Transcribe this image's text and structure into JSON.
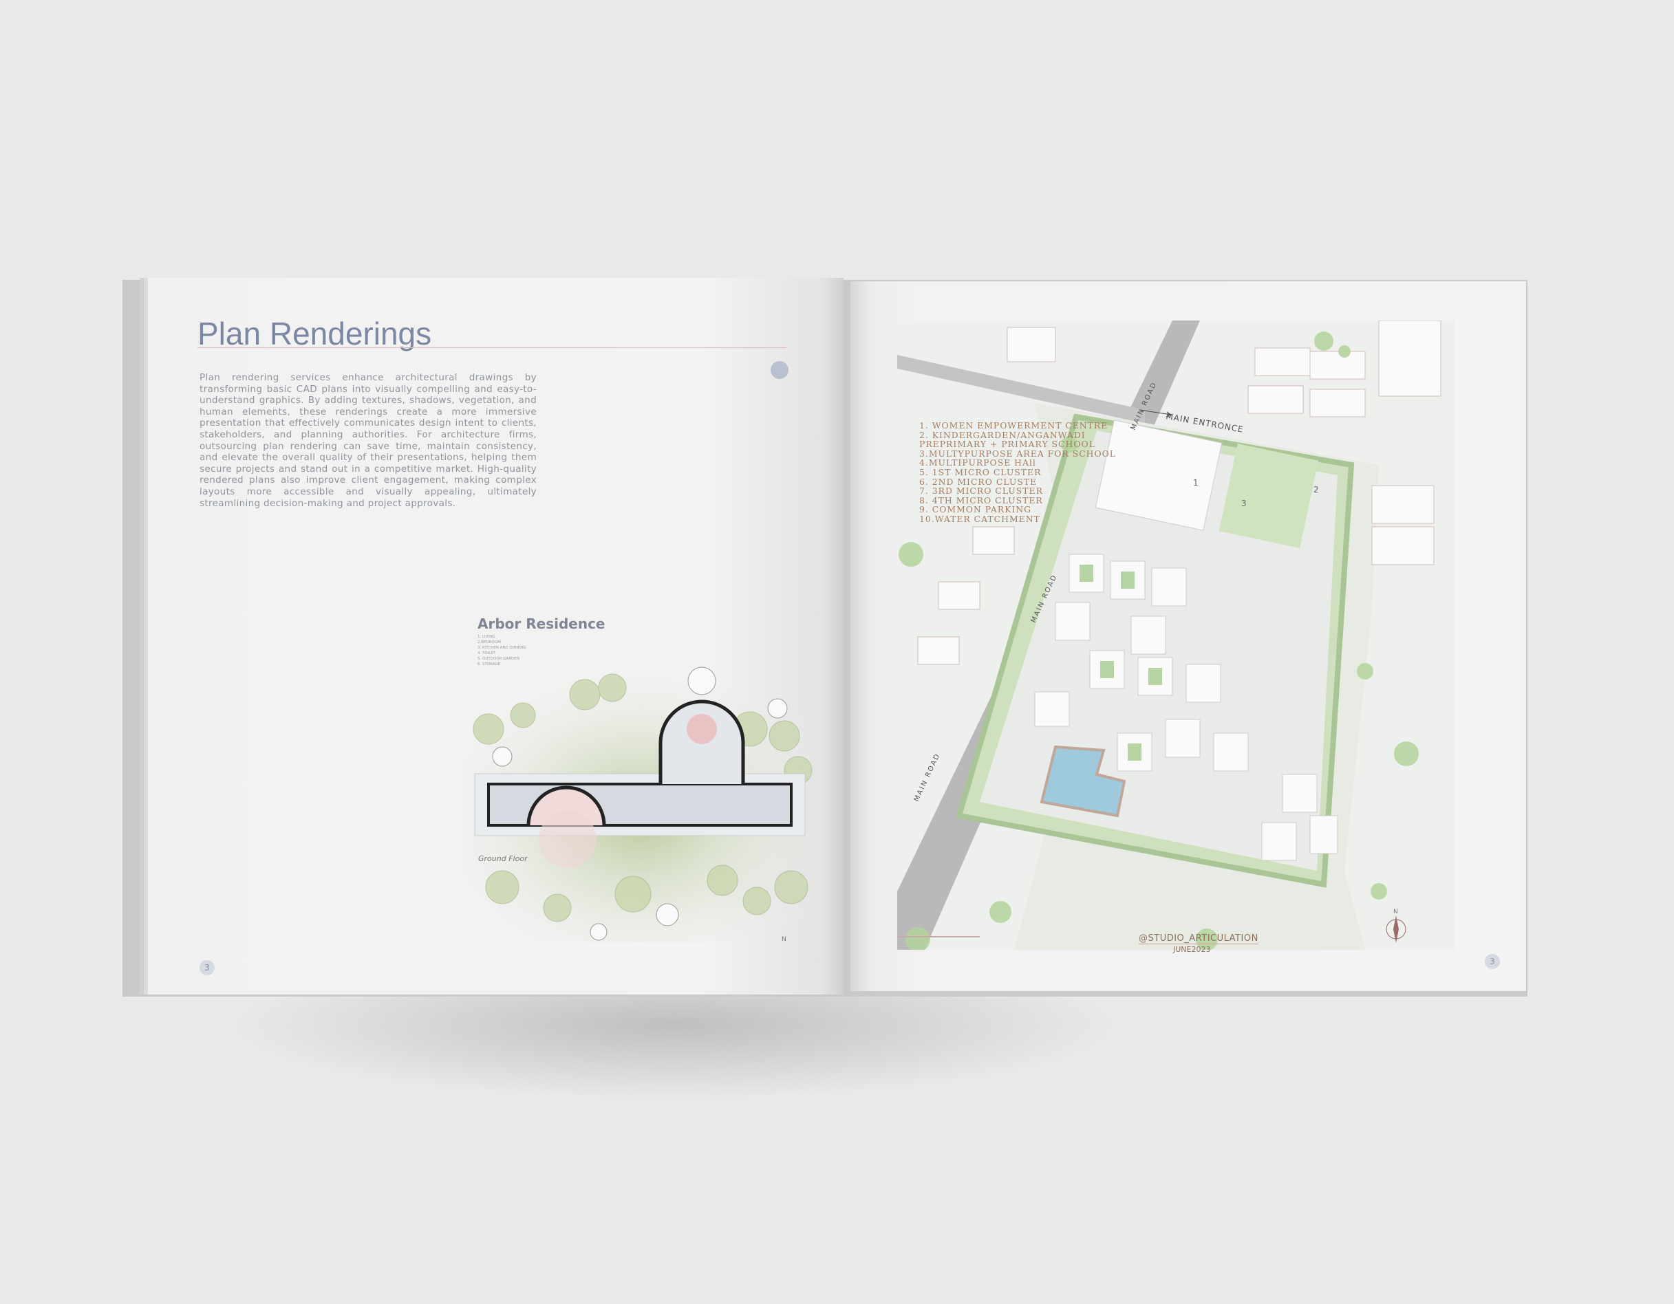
{
  "left_page": {
    "title": "Plan Renderings",
    "body": "Plan rendering services enhance architectural drawings by transforming basic CAD plans into visually compelling and easy-to-understand graphics. By adding textures, shadows, vegetation, and human elements, these renderings create a more immersive presentation that effectively communicates design intent to clients, stakeholders, and planning authorities. For architecture firms, outsourcing plan rendering can save time, maintain consistency, and elevate the overall quality of their presentations, helping them secure projects and stand out in a competitive market. High-quality rendered plans also improve client engagement, making complex layouts more accessible and visually appealing, ultimately streamlining decision-making and project approvals.",
    "page_number": "3",
    "arbor": {
      "title": "Arbor Residence",
      "legend": [
        "1. LIVING",
        "2.BEDROOM",
        "3. KITCHEN AND DINNING",
        "4. TOILET",
        "5. OUTDOOR GARDEN",
        "6. STORAGE"
      ],
      "floor_label": "Ground Floor",
      "north": "N"
    }
  },
  "right_page": {
    "legend": [
      "1. WOMEN EMPOWERMENT CENTRE",
      "2. KINDERGARDEN/ANGANWADI",
      "PREPRIMARY + PRIMARY SCHOOL",
      "3.MULTYPURPOSE AREA FOR SCHOOL",
      "4.MULTIPURPOSE HAll",
      "5. 1ST MICRO CLUSTER",
      "6. 2ND MICRO CLUSTE",
      "7. 3RD MICRO CLUSTER",
      "8. 4TH MICRO CLUSTER",
      "9. COMMON PARKING",
      "10.WATER CATCHMENT"
    ],
    "main_entrance": "MAIN ENTRONCE",
    "main_road": "MAIN ROAD",
    "building_numbers": [
      "1",
      "2",
      "3"
    ],
    "credit": "@STUDIO_ARTICULATION",
    "date": "JUNE2023",
    "north": "N",
    "page_number": "3"
  },
  "colors": {
    "title": "#7c87a3",
    "legend_text": "#a57d62",
    "greenery": "#b7d3a3",
    "water": "#9fc9dc"
  }
}
